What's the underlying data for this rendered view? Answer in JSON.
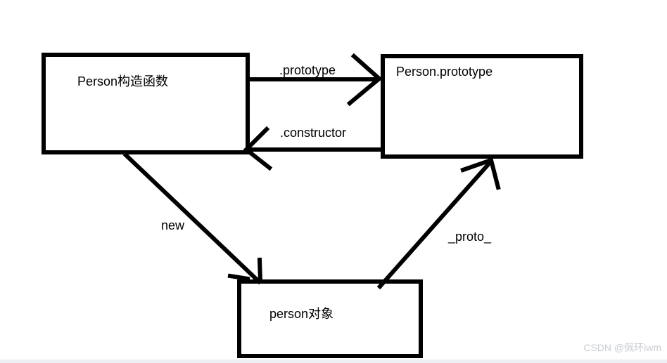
{
  "page": {
    "watermark": "CSDN @佩环iwm"
  },
  "diagram": {
    "nodes": [
      {
        "id": "person-constructor",
        "label": "Person构造函数"
      },
      {
        "id": "person-prototype",
        "label": "Person.prototype"
      },
      {
        "id": "person-instance",
        "label": "person对象"
      }
    ],
    "edges": [
      {
        "id": "prototype",
        "label": ".prototype",
        "from": "person-constructor",
        "to": "person-prototype"
      },
      {
        "id": "constructor",
        "label": ".constructor",
        "from": "person-prototype",
        "to": "person-constructor"
      },
      {
        "id": "new",
        "label": "new",
        "from": "person-constructor",
        "to": "person-instance"
      },
      {
        "id": "proto",
        "label": "_proto_",
        "from": "person-instance",
        "to": "person-prototype"
      }
    ],
    "colors": {
      "line": "#000000",
      "text": "#000000",
      "background": "#ffffff",
      "watermark": "#c9ccd2",
      "footer_strip": "#edeff4"
    }
  }
}
